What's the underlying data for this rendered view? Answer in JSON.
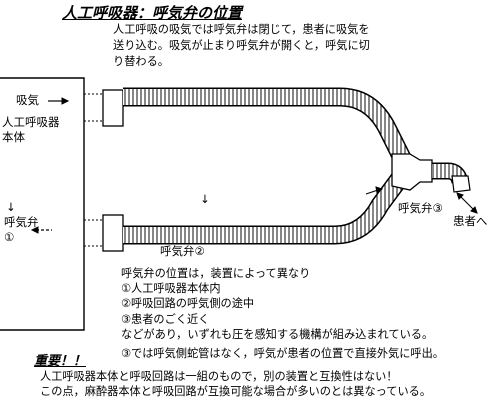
{
  "title": "人工呼吸器：呼気弁の位置",
  "intro": {
    "line1": "人工呼吸の吸気では呼気弁は閉じて，患者に吸気を",
    "line2": "送り込む。吸気が止まり呼気弁が開くと，呼気に切",
    "line3": "り替わる。"
  },
  "labels": {
    "inspiration": "吸気",
    "ventilator_line1": "人工呼吸器",
    "ventilator_line2": "本体",
    "valve1_marker": "↓",
    "valve1_line1": "呼気弁",
    "valve1_line2": "①",
    "valve2": "呼気弁②",
    "valve3": "呼気弁③",
    "patient": "患者へ",
    "center_marker": "↓"
  },
  "notes": {
    "line1": "呼気弁の位置は，装置によって異なり",
    "line2": "①人工呼吸器本体内",
    "line3": "②呼吸回路の呼気側の途中",
    "line4": "③患者のごく近く",
    "line5": "などがあり，いずれも圧を感知する機構が組み込まれている。",
    "line6": "③では呼気側蛇管はなく，呼気が患者の位置で直接外気に呼出。"
  },
  "important": {
    "title": "重要！！",
    "line1": "人工呼吸器本体と呼吸回路は一組のもので，別の装置と互換性はない！",
    "line2": "この点，麻酔器本体と呼吸回路が互換可能な場合が多いのとは異なっている。"
  }
}
